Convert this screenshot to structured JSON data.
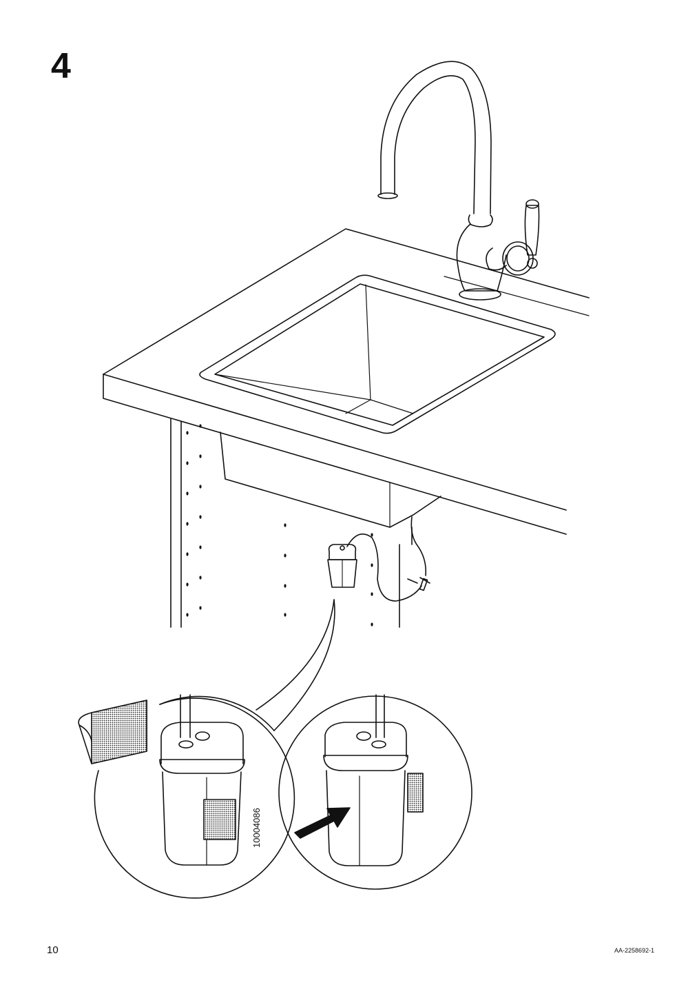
{
  "page": {
    "step_number": "4",
    "page_number": "10",
    "document_code": "AA-2258692-1"
  },
  "illustration": {
    "part_number": "10004086",
    "icons": [
      "kitchen-sink",
      "faucet",
      "filter-cartridge",
      "adhesive-pad",
      "push-arrow"
    ]
  }
}
